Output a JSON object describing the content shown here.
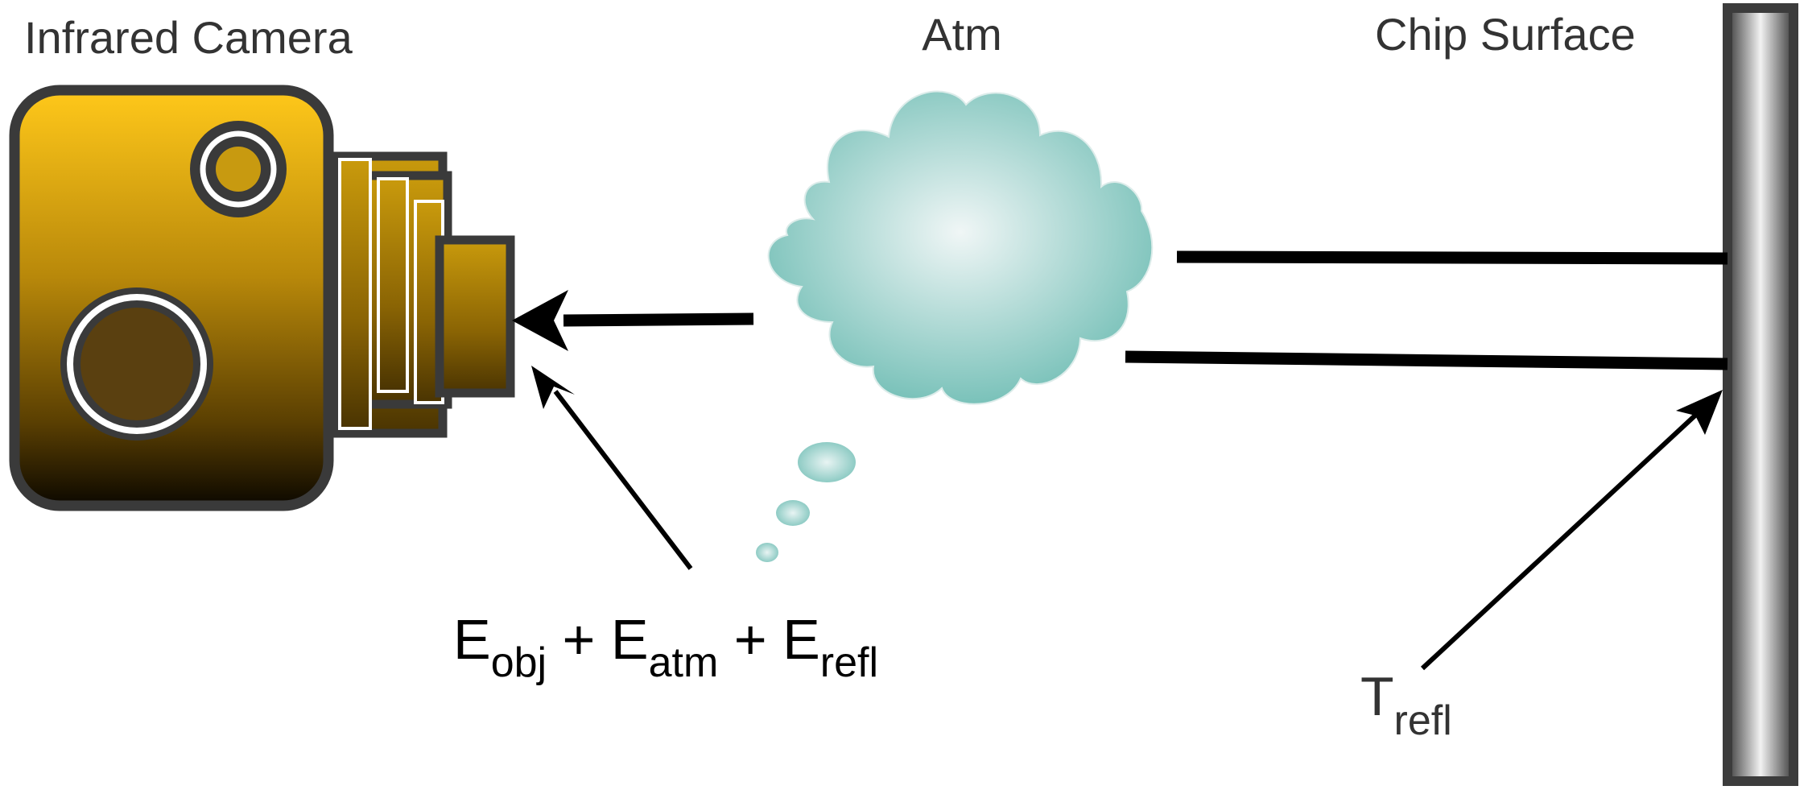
{
  "labels": {
    "camera": "Infrared Camera",
    "atmosphere": "Atm",
    "surface": "Chip Surface"
  },
  "equation": {
    "e1": "E",
    "e1_sub": "obj",
    "plus1": " + ",
    "e2": "E",
    "e2_sub": "atm",
    "plus2": " + ",
    "e3": "E",
    "e3_sub": "refl"
  },
  "reflected_temperature": {
    "symbol": "T",
    "sub": "refl"
  },
  "colors": {
    "camera_top": "#ffc81a",
    "camera_mid": "#a77b06",
    "camera_bottom": "#0c0800",
    "camera_outline": "#3a3a3a",
    "cloud_center": "#f0f6f6",
    "cloud_edge": "#6fbdb4",
    "surface_light": "#f2f2f2",
    "surface_dark": "#3c3c3c",
    "arrow": "#000000"
  }
}
